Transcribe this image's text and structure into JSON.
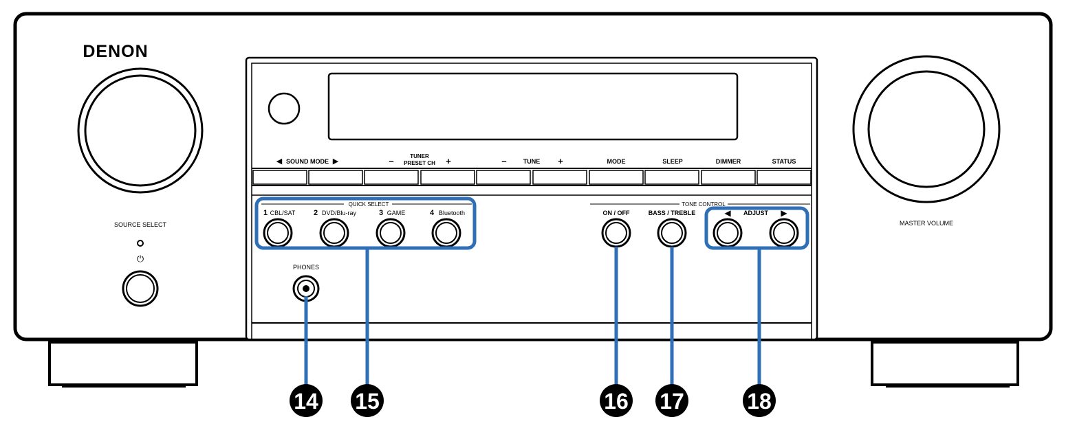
{
  "brand": "DENON",
  "labels": {
    "source_select": "SOURCE SELECT",
    "master_volume": "MASTER VOLUME",
    "phones": "PHONES",
    "quick_select": "QUICK SELECT",
    "tone_control": "TONE CONTROL",
    "power_symbol": "⏻"
  },
  "top_row": {
    "sound_mode": "SOUND MODE",
    "sound_mode_left": "◀",
    "sound_mode_right": "▶",
    "tuner_line1": "TUNER",
    "tuner_line2": "PRESET CH",
    "tune": "TUNE",
    "minus": "–",
    "plus": "+",
    "mode": "MODE",
    "sleep": "SLEEP",
    "dimmer": "DIMMER",
    "status": "STATUS"
  },
  "quick_buttons": [
    {
      "num": "1",
      "name": "CBL/SAT"
    },
    {
      "num": "2",
      "name": "DVD/Blu-ray"
    },
    {
      "num": "3",
      "name": "GAME"
    },
    {
      "num": "4",
      "name": "Bluetooth"
    }
  ],
  "tone_buttons": {
    "on_off": "ON / OFF",
    "bass_treble": "BASS / TREBLE",
    "adjust": "ADJUST",
    "adjust_left": "◀",
    "adjust_right": "▶"
  },
  "callouts": [
    "14",
    "15",
    "16",
    "17",
    "18"
  ],
  "colors": {
    "highlight": "#2f6fb5",
    "outline": "#000000",
    "callout_fill": "#000000"
  }
}
